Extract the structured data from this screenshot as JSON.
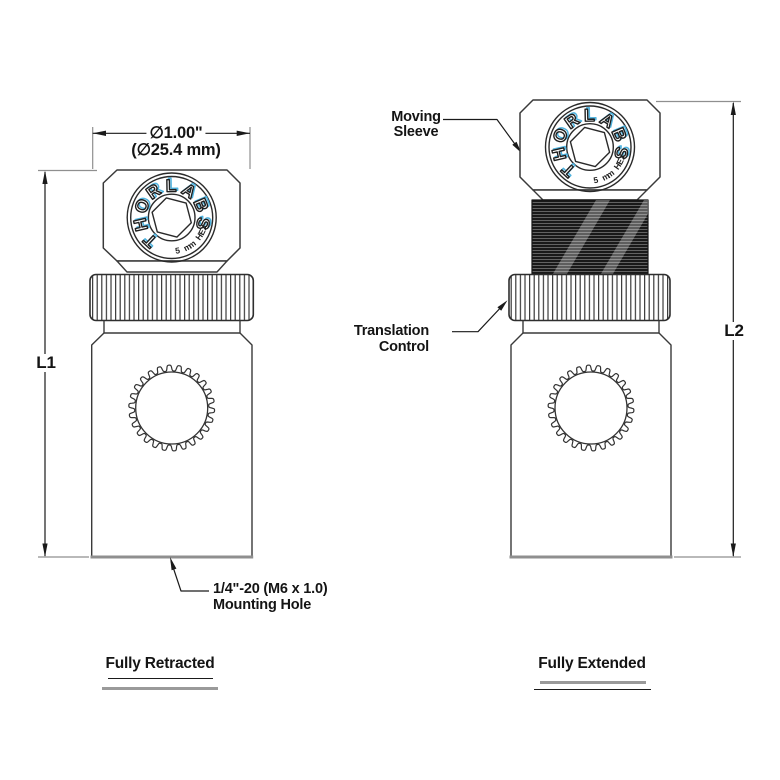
{
  "colors": {
    "line": "#3a3a3a",
    "dim": "#1a1a1a",
    "gray": "#8f8f8f",
    "accent": "#4fb3df",
    "thread_dark": "#191919"
  },
  "cap_engraving": {
    "brand": "THORLABS",
    "hex_label": "5 mm HEX"
  },
  "left_view": {
    "diameter_label_in": "∅1.00\"",
    "diameter_label_mm": "(∅25.4 mm)",
    "length_label": "L1",
    "mounting_hole_line1": "1/4\"-20 (M6 x 1.0)",
    "mounting_hole_line2": "Mounting Hole",
    "caption": "Fully Retracted"
  },
  "right_view": {
    "moving_sleeve_line1": "Moving",
    "moving_sleeve_line2": "Sleeve",
    "translation_control_line1": "Translation",
    "translation_control_line2": "Control",
    "length_label": "L2",
    "caption": "Fully Extended"
  }
}
